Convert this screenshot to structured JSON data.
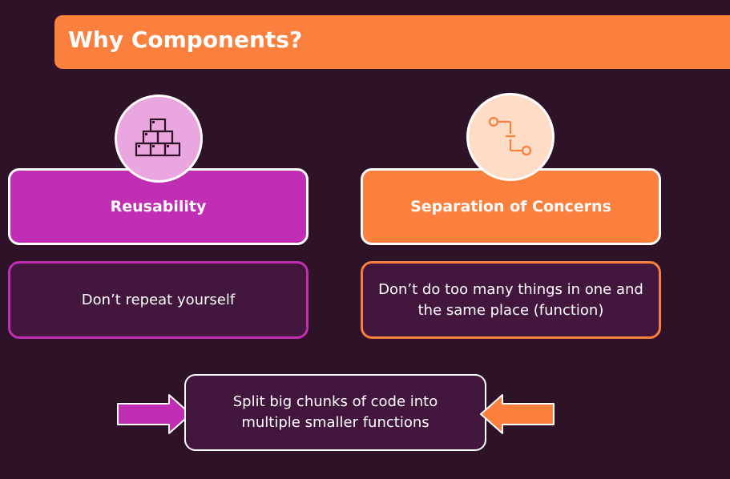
{
  "title": "Why Components?",
  "reusability": {
    "heading": "Reusability",
    "description": "Don’t repeat yourself",
    "icon": "stacked-boxes-icon",
    "color": "#c02fb3"
  },
  "separation": {
    "heading": "Separation of Concerns",
    "description": "Don’t do too many things in one and the same place (function)",
    "icon": "branch-connector-icon",
    "color": "#fb7f3d"
  },
  "summary": {
    "text": "Split big chunks of code into multiple smaller functions"
  },
  "colors": {
    "background": "#2e1228",
    "accent_orange": "#fb7f3d",
    "accent_magenta": "#c02fb3",
    "box_dark": "#42163d"
  }
}
